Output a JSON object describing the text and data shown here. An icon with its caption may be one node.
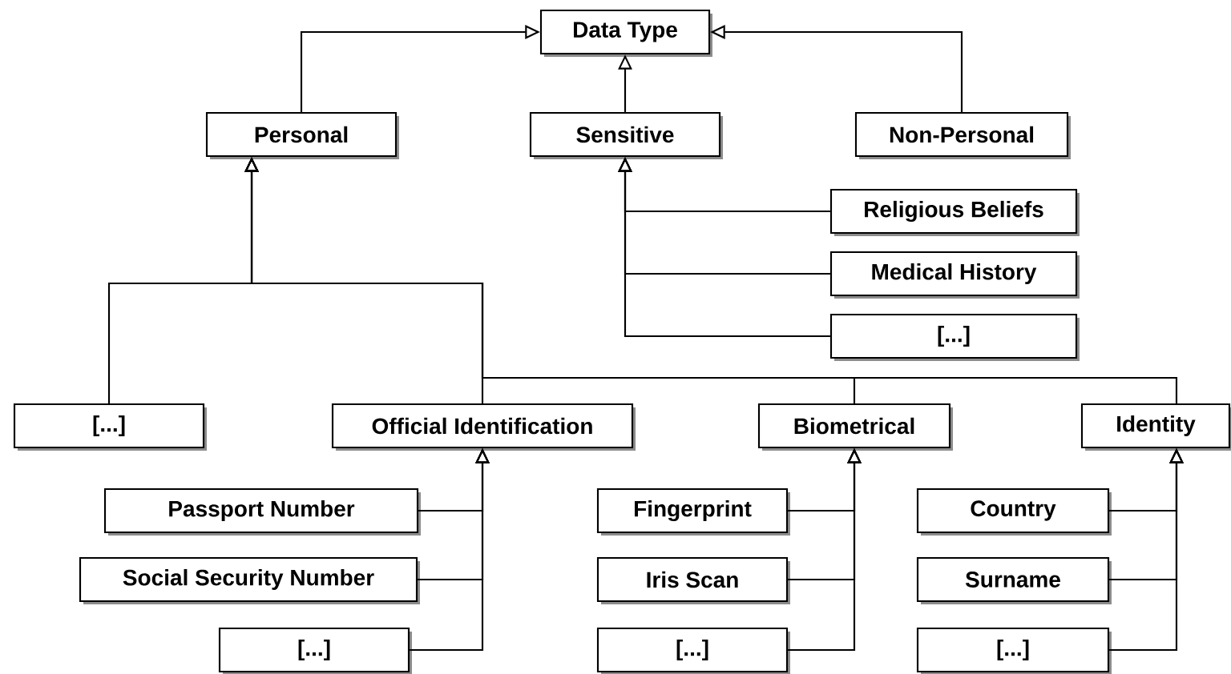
{
  "diagram": {
    "nodes": [
      {
        "text": [
          "Data Type"
        ]
      },
      {
        "text": [
          "Personal"
        ]
      },
      {
        "text": [
          "Sensitive"
        ]
      },
      {
        "text": [
          "Non-Personal"
        ]
      },
      {
        "text": [
          "Religious Beliefs"
        ]
      },
      {
        "text": [
          "Medical History"
        ]
      },
      {
        "text": [
          "[...]"
        ]
      },
      {
        "text": [
          "[...]"
        ]
      },
      {
        "text": [
          "Official Identification"
        ]
      },
      {
        "text": [
          "Biometrical"
        ]
      },
      {
        "text": [
          "Identity"
        ]
      },
      {
        "text": [
          "Passport Number"
        ]
      },
      {
        "text": [
          "Social Security Number"
        ]
      },
      {
        "text": [
          "[...]"
        ]
      },
      {
        "text": [
          "Fingerprint"
        ]
      },
      {
        "text": [
          "Iris Scan"
        ]
      },
      {
        "text": [
          "[...]"
        ]
      },
      {
        "text": [
          "Country"
        ]
      },
      {
        "text": [
          "Surname"
        ]
      },
      {
        "text": [
          "[...]"
        ]
      }
    ],
    "edges": [
      {
        "from": 1,
        "to": 0,
        "arrow": "to"
      },
      {
        "from": 2,
        "to": 0,
        "arrow": "to"
      },
      {
        "from": 3,
        "to": 0,
        "arrow": "to"
      },
      {
        "from": 4,
        "to": 2,
        "arrow": "to"
      },
      {
        "from": 5,
        "to": 2,
        "arrow": "to"
      },
      {
        "from": 6,
        "to": 2,
        "arrow": "to"
      },
      {
        "from": 7,
        "to": 1,
        "arrow": "to"
      },
      {
        "from": 8,
        "to": 1,
        "arrow": "to"
      },
      {
        "from": 9,
        "to": 1,
        "arrow": "to"
      },
      {
        "from": 10,
        "to": 1,
        "arrow": "to"
      },
      {
        "from": 11,
        "to": 8,
        "arrow": "to"
      },
      {
        "from": 12,
        "to": 8,
        "arrow": "to"
      },
      {
        "from": 13,
        "to": 8,
        "arrow": "to"
      },
      {
        "from": 14,
        "to": 9,
        "arrow": "to"
      },
      {
        "from": 15,
        "to": 9,
        "arrow": "to"
      },
      {
        "from": 16,
        "to": 9,
        "arrow": "to"
      },
      {
        "from": 17,
        "to": 10,
        "arrow": "to"
      },
      {
        "from": 18,
        "to": 10,
        "arrow": "to"
      },
      {
        "from": 19,
        "to": 10,
        "arrow": "to"
      }
    ]
  }
}
